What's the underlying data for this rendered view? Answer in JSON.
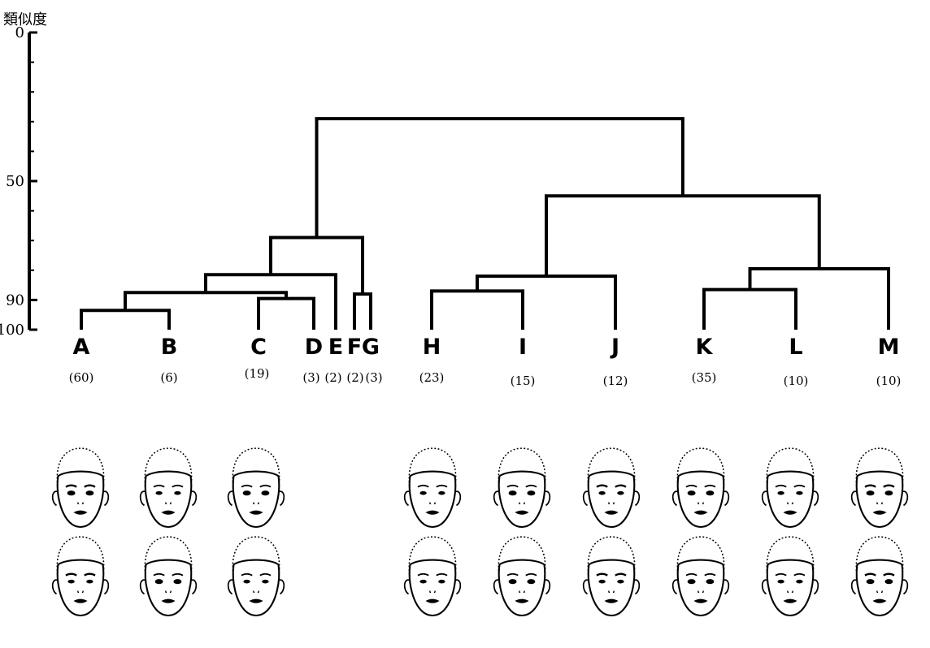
{
  "axis": {
    "title": "類似度",
    "ticks": [
      {
        "value": 0,
        "label": "0"
      },
      {
        "value": 50,
        "label": "50"
      },
      {
        "value": 90,
        "label": "90"
      },
      {
        "value": 100,
        "label": "100"
      }
    ],
    "minor_tick_step": 10,
    "range": [
      0,
      100
    ]
  },
  "leaves": [
    {
      "id": "A",
      "count": "(60)"
    },
    {
      "id": "B",
      "count": "(6)"
    },
    {
      "id": "C",
      "count": "(19)"
    },
    {
      "id": "D",
      "count": "(3)"
    },
    {
      "id": "E",
      "count": "(2)"
    },
    {
      "id": "F",
      "count": "(2)"
    },
    {
      "id": "G",
      "count": "(3)"
    },
    {
      "id": "H",
      "count": "(23)"
    },
    {
      "id": "I",
      "count": "(15)"
    },
    {
      "id": "J",
      "count": "(12)"
    },
    {
      "id": "K",
      "count": "(35)"
    },
    {
      "id": "L",
      "count": "(10)"
    },
    {
      "id": "M",
      "count": "(10)"
    }
  ],
  "merges": [
    {
      "id": "n1",
      "children": [
        "A",
        "B"
      ],
      "similarity": 93.5
    },
    {
      "id": "n2",
      "children": [
        "C",
        "D"
      ],
      "similarity": 89.5
    },
    {
      "id": "n3",
      "children": [
        "F",
        "G"
      ],
      "similarity": 88.0
    },
    {
      "id": "n4",
      "children": [
        "n1",
        "n2"
      ],
      "similarity": 87.5
    },
    {
      "id": "n5",
      "children": [
        "n4",
        "E"
      ],
      "similarity": 81.5
    },
    {
      "id": "n6",
      "children": [
        "n5",
        "n3"
      ],
      "similarity": 69.0
    },
    {
      "id": "n7",
      "children": [
        "H",
        "I"
      ],
      "similarity": 87.0
    },
    {
      "id": "n8",
      "children": [
        "n7",
        "J"
      ],
      "similarity": 82.0
    },
    {
      "id": "n9",
      "children": [
        "K",
        "L"
      ],
      "similarity": 86.5
    },
    {
      "id": "n10",
      "children": [
        "n9",
        "M"
      ],
      "similarity": 79.5
    },
    {
      "id": "n11",
      "children": [
        "n8",
        "n10"
      ],
      "similarity": 55.0
    },
    {
      "id": "n12",
      "children": [
        "n6",
        "n11"
      ],
      "similarity": 29.0
    }
  ],
  "faces": {
    "left_group": {
      "rows": 2,
      "cols": 3
    },
    "right_group": {
      "rows": 2,
      "cols": 6
    }
  }
}
